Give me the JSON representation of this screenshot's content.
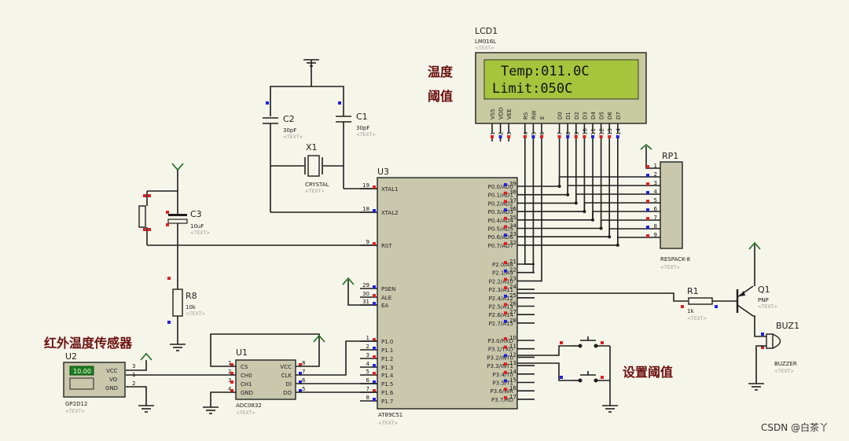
{
  "annotations": {
    "temp_label": "温度",
    "limit_label": "阈值",
    "sensor_label": "红外温度传感器",
    "set_limit_label": "设置阈值"
  },
  "watermark": "CSDN @白茶丫",
  "text_placeholder": "<TEXT>",
  "lcd": {
    "ref": "LCD1",
    "model": "LM016L",
    "line1": "Temp:011.0C",
    "line2": "Limit:050C",
    "pin_names": [
      "VSS",
      "VDD",
      "VEE",
      "RS",
      "RW",
      "E",
      "D0",
      "D1",
      "D2",
      "D3",
      "D4",
      "D5",
      "D6",
      "D7"
    ],
    "pin_numbers": [
      "1",
      "2",
      "3",
      "4",
      "5",
      "6",
      "7",
      "8",
      "9",
      "10",
      "11",
      "12",
      "13",
      "14"
    ]
  },
  "mcu": {
    "ref": "U3",
    "model": "AT89C51",
    "left_pins": [
      {
        "num": "19",
        "name": "XTAL1"
      },
      {
        "num": "18",
        "name": "XTAL2"
      },
      {
        "num": "9",
        "name": "RST"
      },
      {
        "num": "29",
        "name": "PSEN"
      },
      {
        "num": "30",
        "name": "ALE"
      },
      {
        "num": "31",
        "name": "EA"
      },
      {
        "num": "1",
        "name": "P1.0"
      },
      {
        "num": "2",
        "name": "P1.1"
      },
      {
        "num": "3",
        "name": "P1.2"
      },
      {
        "num": "4",
        "name": "P1.3"
      },
      {
        "num": "5",
        "name": "P1.4"
      },
      {
        "num": "6",
        "name": "P1.5"
      },
      {
        "num": "7",
        "name": "P1.6"
      },
      {
        "num": "8",
        "name": "P1.7"
      }
    ],
    "right_pins": [
      {
        "num": "39",
        "name": "P0.0/AD0"
      },
      {
        "num": "38",
        "name": "P0.1/AD1"
      },
      {
        "num": "37",
        "name": "P0.2/AD2"
      },
      {
        "num": "36",
        "name": "P0.3/AD3"
      },
      {
        "num": "35",
        "name": "P0.4/AD4"
      },
      {
        "num": "34",
        "name": "P0.5/AD5"
      },
      {
        "num": "33",
        "name": "P0.6/AD6"
      },
      {
        "num": "32",
        "name": "P0.7/AD7"
      },
      {
        "num": "21",
        "name": "P2.0/A8"
      },
      {
        "num": "22",
        "name": "P2.1/A9"
      },
      {
        "num": "23",
        "name": "P2.2/A10"
      },
      {
        "num": "24",
        "name": "P2.3/A11"
      },
      {
        "num": "25",
        "name": "P2.4/A12"
      },
      {
        "num": "26",
        "name": "P2.5/A13"
      },
      {
        "num": "27",
        "name": "P2.6/A14"
      },
      {
        "num": "28",
        "name": "P2.7/A15"
      },
      {
        "num": "10",
        "name": "P3.0/RXD"
      },
      {
        "num": "11",
        "name": "P3.1/TXD"
      },
      {
        "num": "12",
        "name": "P3.2/INT0"
      },
      {
        "num": "13",
        "name": "P3.3/INT1"
      },
      {
        "num": "14",
        "name": "P3.4/T0"
      },
      {
        "num": "15",
        "name": "P3.5/T1"
      },
      {
        "num": "16",
        "name": "P3.6/WR"
      },
      {
        "num": "17",
        "name": "P3.7/RD"
      }
    ]
  },
  "components": {
    "c1": {
      "ref": "C1",
      "value": "30pF"
    },
    "c2": {
      "ref": "C2",
      "value": "30pF"
    },
    "x1": {
      "ref": "X1",
      "value": "CRYSTAL"
    },
    "c3": {
      "ref": "C3",
      "value": "10uF"
    },
    "r8": {
      "ref": "R8",
      "value": "10k"
    },
    "rp1": {
      "ref": "RP1",
      "value": "RESPACK-8"
    },
    "r1": {
      "ref": "R1",
      "value": "1k"
    },
    "q1": {
      "ref": "Q1",
      "value": "PNP"
    },
    "buz1": {
      "ref": "BUZ1",
      "value": "BUZZER"
    },
    "u2": {
      "ref": "U2",
      "value": "GP2D12",
      "display": "10.00",
      "pins": [
        "VCC",
        "VO",
        "GND"
      ],
      "pin_numbers": [
        "3",
        "1",
        "2"
      ]
    },
    "u1": {
      "ref": "U1",
      "value": "ADC0832",
      "left_pins": [
        {
          "num": "1",
          "name": "CS"
        },
        {
          "num": "2",
          "name": "CH0"
        },
        {
          "num": "3",
          "name": "CH1"
        },
        {
          "num": "4",
          "name": "GND"
        }
      ],
      "right_pins": [
        {
          "num": "8",
          "name": "VCC"
        },
        {
          "num": "7",
          "name": "CLK"
        },
        {
          "num": "6",
          "name": "DI"
        },
        {
          "num": "5",
          "name": "DO"
        }
      ]
    },
    "rp1_pins": [
      "1",
      "2",
      "3",
      "4",
      "5",
      "6",
      "7",
      "8",
      "9"
    ]
  }
}
